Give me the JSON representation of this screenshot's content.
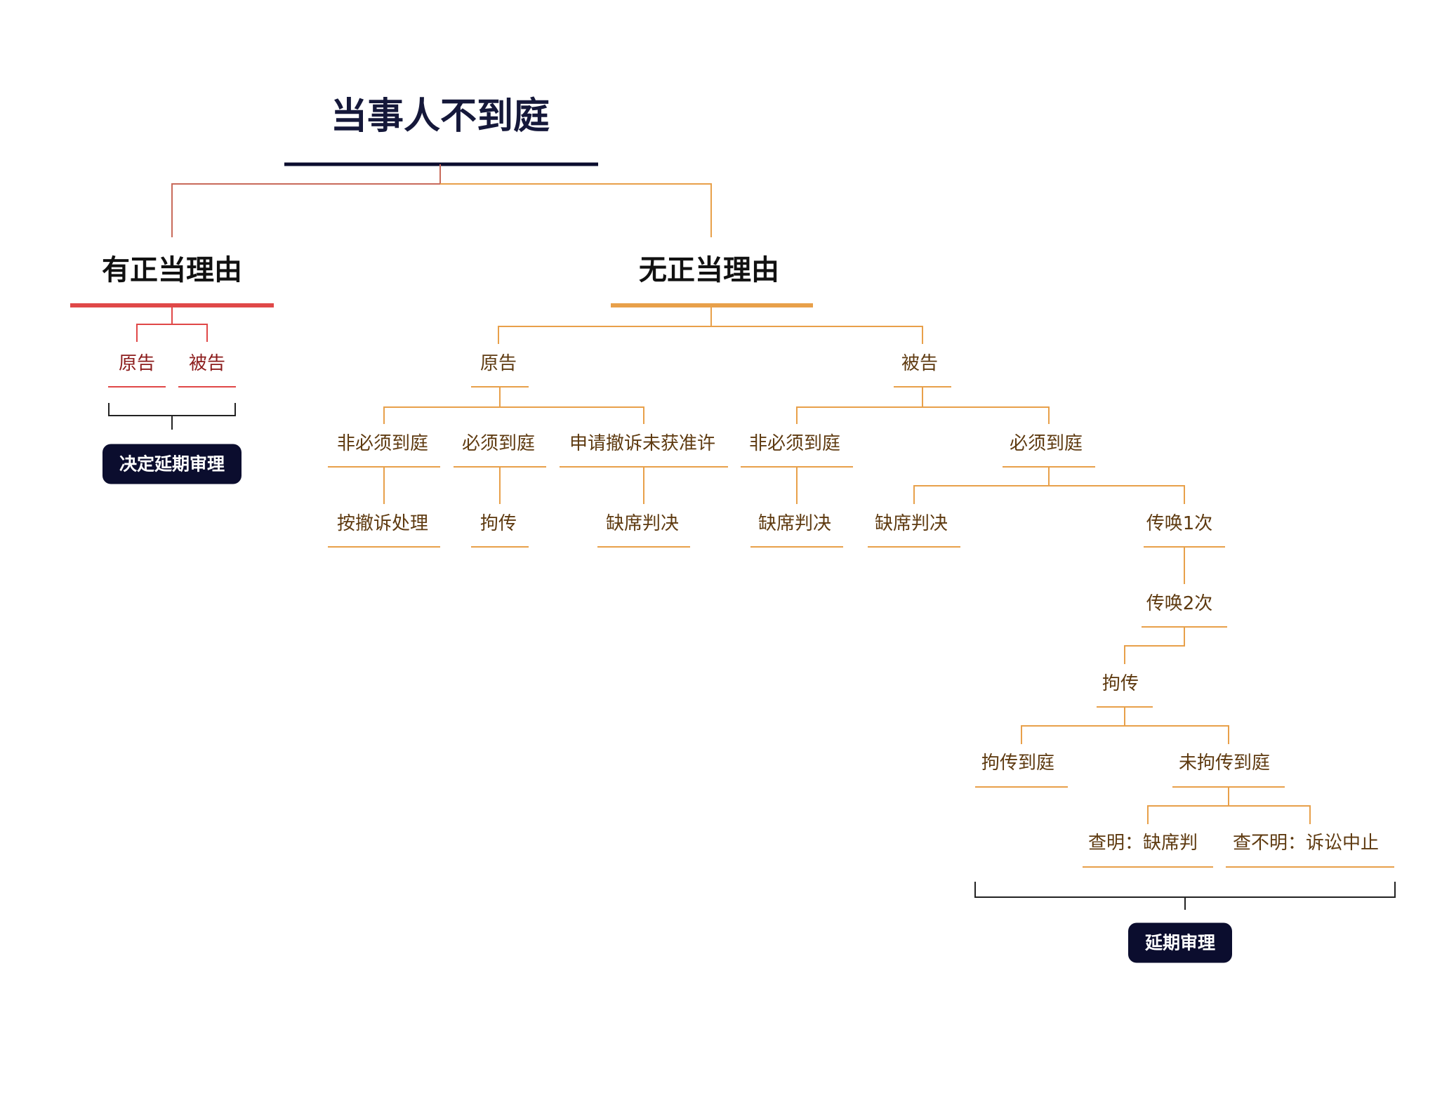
{
  "title": "当事人不到庭",
  "branches": {
    "justified": {
      "label": "有正当理由",
      "parties": [
        "原告",
        "被告"
      ],
      "result": "决定延期审理"
    },
    "unjustified": {
      "label": "无正当理由",
      "plaintiff": {
        "label": "原告",
        "cases": [
          {
            "label": "非必须到庭",
            "result": "按撤诉处理"
          },
          {
            "label": "必须到庭",
            "result": "拘传"
          },
          {
            "label": "申请撤诉未获准许",
            "result": "缺席判决"
          }
        ]
      },
      "defendant": {
        "label": "被告",
        "not_required": {
          "label": "非必须到庭",
          "result": "缺席判决"
        },
        "required": {
          "label": "必须到庭",
          "result_default": "缺席判决",
          "summon1": "传唤1次",
          "summon2": "传唤2次",
          "compel": "拘传",
          "compel_arrived": "拘传到庭",
          "compel_not_arrived": "未拘传到庭",
          "found": "查明：缺席判",
          "not_found": "查不明：诉讼中止"
        }
      },
      "result": "延期审理"
    }
  },
  "colors": {
    "dark": "#0b0d2e",
    "red": "#e04848",
    "orange": "#e8a04a",
    "black": "#222222"
  }
}
